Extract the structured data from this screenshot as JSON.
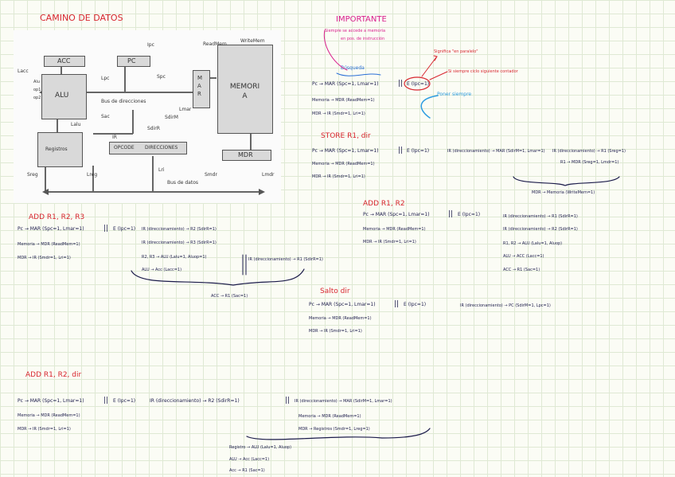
{
  "titles": {
    "main": "CAMINO DE DATOS",
    "important": "IMPORTANTE",
    "store": "STORE R1, dir",
    "add_r1r2": "ADD R1, R2",
    "add_r1r2r3": "ADD R1, R2, R3",
    "jump": "Salto dir",
    "add_r1r2dir": "ADD R1, R2, dir"
  },
  "notes": {
    "mem_line1": "Siempre se accede a memoria",
    "mem_line2": "en pos. de instrucción",
    "busqueda": "Búsqueda",
    "significa": "Significa \"en paralelo\"",
    "siempre": "Si siempre ciclo siguiente contador",
    "poner": "Poner siempre"
  },
  "diagram": {
    "acc": "ACC",
    "pc": "PC",
    "alu": "ALU",
    "registros": "Registros",
    "mar": "M A R",
    "memoria": "MEMORI A",
    "mdr": "MDR",
    "ir": "IR",
    "opcode": "OPCODE",
    "direcciones": "DIRECCIONES",
    "bus_dir": "Bus de direcciones",
    "bus_datos": "Bus de datos",
    "lacc": "Lacc",
    "ipc": "Ipc",
    "lpc": "Lpc",
    "spc": "Spc",
    "sac": "Sac",
    "lalu": "Lalu",
    "sdirr": "SdirR",
    "sdirm": "SdirM",
    "lmar": "Lmar",
    "sreg": "Sreg",
    "lreg": "Lreg",
    "lri": "Lri",
    "smdr": "Smdr",
    "lmdr": "Lmdr",
    "readmem": "ReadMem",
    "writemem": "WriteMem",
    "alu_ops": "Alu op1 op2"
  },
  "fetch": {
    "l1": "Pc → MAR (Spc=1, Lmar=1)",
    "par": "||",
    "inc": "E (Ipc=1)",
    "l2": "Memoria → MDR (ReadMem=1)",
    "l3": "MDR → IR (Smdr=1, Lri=1)"
  },
  "store": {
    "s1": "IR (direccionamiento) → MAR (SdirM=1, Lmar=1)",
    "s2": "IR (direccionamiento) → R1 (Sreg=1)",
    "s3": "R1 → MDR (Sreg=1, Lmdr=1)",
    "s4": "MDR → Memoria (WriteMem=1)"
  },
  "add_rr": {
    "s1": "IR (direccionamiento) → R1 (SdirR=1)",
    "s2": "IR (direccionamiento) → R2 (SdirR=1)",
    "s3": "R1, R2 → ALU (Lalu=1, Aluop)",
    "s4": "ALU → ACC (Lacc=1)",
    "s5": "ACC → R1 (Sac=1)"
  },
  "add_rrr": {
    "s1": "IR (direccionamiento) → R2 (SdirR=1)",
    "s2": "IR (direccionamiento) → R3 (SdirR=1)",
    "s3": "R2, R3 → ALU (Lalu=1, Aluop=1)",
    "s4": "ALU → Acc (Lacc=1)",
    "s5": "IR (direccionamiento) → R1 (SdirR=1)",
    "s6": "ACC → R1 (Sac=1)"
  },
  "jump": {
    "s1": "IR (direccionamiento) → PC (SdirM=1, Lpc=1)"
  },
  "add_rrdir": {
    "s1": "IR (direccionamiento) → R2 (SdirR=1)",
    "s2": "IR (direccionamiento) → MAR (SdirM=1, Lmar=1)",
    "s3": "Memoria → MDR (ReadMem=1)",
    "s4": "MDR → Registros (Smdr=1, Lreg=1)",
    "s5": "Registro → ALU (Lalu=1, Aluop)",
    "s6": "ALU → Acc (Lacc=1)",
    "s7": "Acc → R1 (Sac=1)"
  }
}
